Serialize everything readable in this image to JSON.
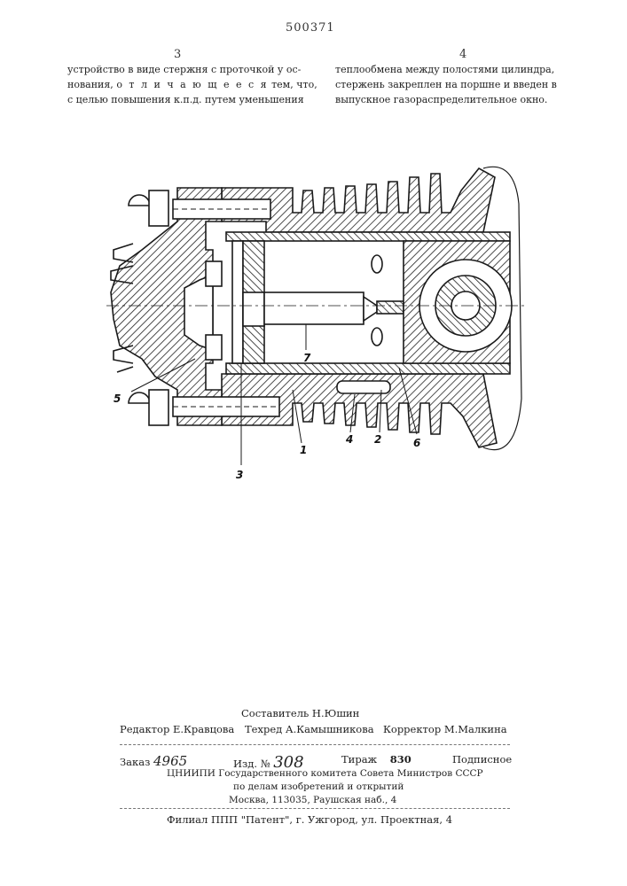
{
  "header": {
    "patent_number": "500371",
    "col_left": "3",
    "col_right": "4"
  },
  "text": {
    "left": [
      "устройство в виде стержня с проточкой у ос-",
      "нования,",
      "о т л и ч а ю щ е е с я",
      "тем, что,",
      "с целью повышения к.п.д. путем уменьшения"
    ],
    "right": [
      "теплообмена между полостями цилиндра,",
      "стержень закреплен на поршне и введен в",
      "выпускное газораспределительное окно."
    ]
  },
  "figure": {
    "labels": [
      "5",
      "3",
      "1",
      "4",
      "2",
      "6",
      "7"
    ]
  },
  "footer": {
    "composer": "Составитель  Н.Юшин",
    "editor": "Редактор Е.Кравцова",
    "techred": "Техред  А.Камышникова",
    "corrector": "Корректор   М.Малкина",
    "order_label": "Заказ",
    "order_no": "4965",
    "izd_label": "Изд. №",
    "izd_no": "308",
    "tirazh_label": "Тираж",
    "tirazh_no": "830",
    "podpisnoe": "Подписное",
    "org1": "ЦНИИПИ Государственного комитета Совета Министров СССР",
    "org2": "по делам изобретений и открытий",
    "org3": "Москва, 113035, Раушская наб., 4",
    "filial": "Филиал ППП \"Патент\", г. Ужгород, ул. Проектная, 4"
  }
}
